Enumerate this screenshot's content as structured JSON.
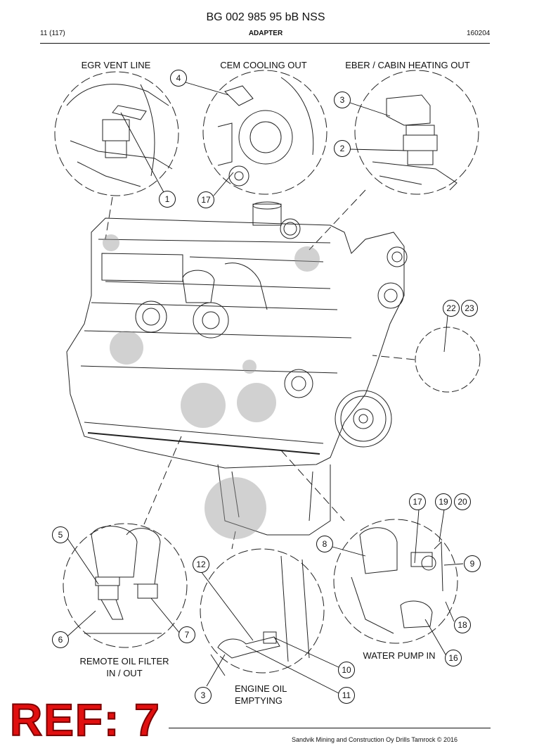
{
  "header": {
    "doc_title": "BG 002 985 95 bB NSS",
    "page": "11 (117)",
    "section": "ADAPTER",
    "date_code": "160204"
  },
  "labels": {
    "egr_vent_line": "EGR VENT LINE",
    "cem_cooling_out": "CEM COOLING OUT",
    "eber_cabin_heating_out": "EBER / CABIN HEATING OUT",
    "remote_oil_filter": "REMOTE OIL FILTER",
    "remote_oil_filter_2": "IN / OUT",
    "engine_oil": "ENGINE OIL",
    "engine_oil_2": "EMPTYING",
    "water_pump_in": "WATER PUMP IN"
  },
  "callouts": {
    "c4": "4",
    "c1": "1",
    "c17a": "17",
    "c3a": "3",
    "c2": "2",
    "c22": "22",
    "c23": "23",
    "c17b": "17",
    "c19": "19",
    "c20": "20",
    "c8": "8",
    "c9": "9",
    "c18": "18",
    "c16": "16",
    "c5": "5",
    "c6": "6",
    "c7": "7",
    "c12": "12",
    "c10": "10",
    "c11": "11",
    "c3b": "3"
  },
  "ref_stamp": "REF: 7",
  "footer": "Sandvik Mining and Construction Oy Drills Tamrock © 2016"
}
